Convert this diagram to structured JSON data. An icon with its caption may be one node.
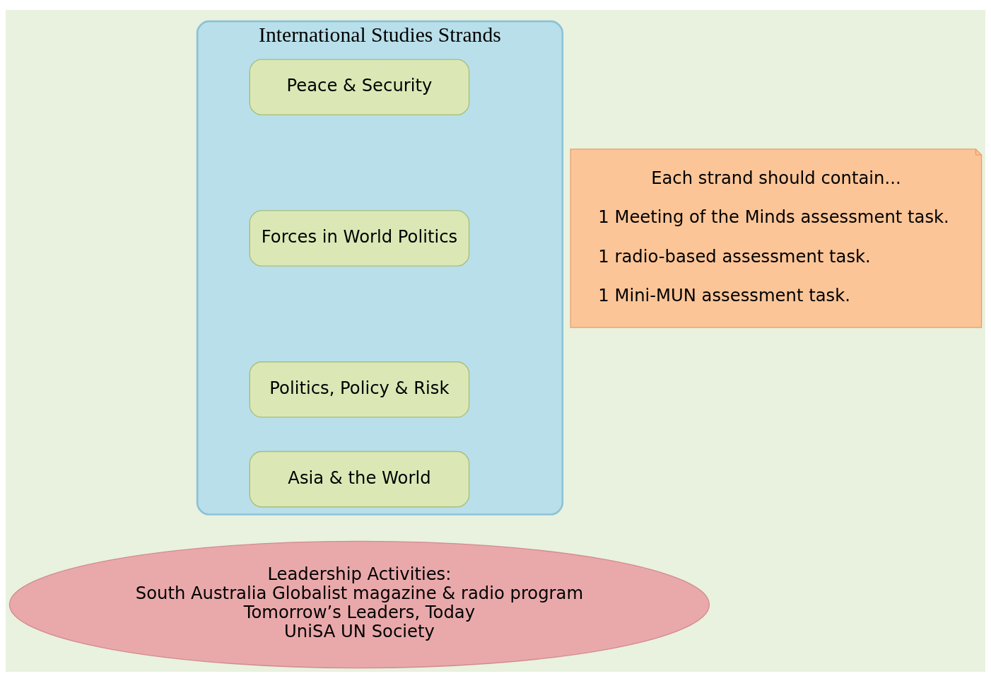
{
  "diagram": {
    "nodes": [
      {
        "text": [
          "International Studies Strands"
        ]
      },
      {
        "text": [
          "Peace & Security"
        ],
        "in": 0
      },
      {
        "text": [
          "Forces in World Politics"
        ],
        "in": 0
      },
      {
        "text": [
          "Politics, Policy & Risk"
        ],
        "in": 0
      },
      {
        "text": [
          "Asia & the World"
        ],
        "in": 0
      },
      {
        "text": [
          "Each strand should contain...",
          "1 Meeting of the Minds assessment task.",
          "1 radio-based assessment task.",
          "1 Mini-MUN assessment task."
        ]
      },
      {
        "text": [
          "Leadership Activities:",
          "South Australia Globalist magazine & radio program",
          "Tomorrow’s Leaders, Today",
          "UniSA UN Society"
        ]
      }
    ],
    "edges": []
  }
}
